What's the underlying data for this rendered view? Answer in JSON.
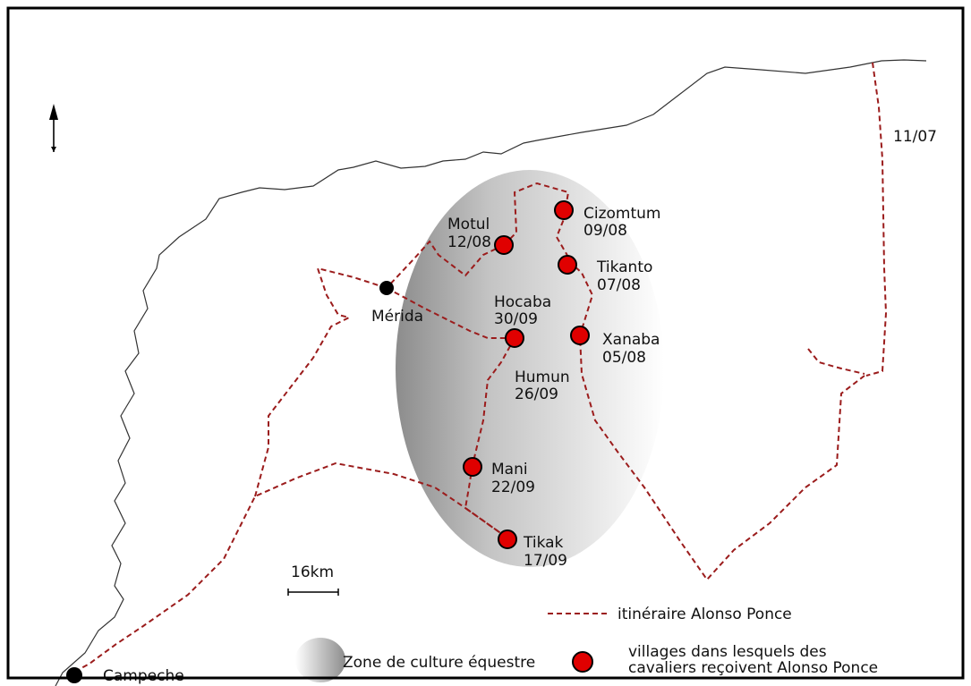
{
  "map": {
    "colors": {
      "route": "#9b1c1c",
      "village_fill": "#e00000",
      "city_fill": "#000000",
      "coast": "#333333",
      "zone_light": "#ffffff",
      "zone_dark": "#8c8c8c"
    },
    "north_arrow_icon": "north-arrow-icon",
    "scale_label": "16km",
    "route_label": "11/07",
    "cities": [
      {
        "id": "merida",
        "name": "Mérida"
      },
      {
        "id": "campeche",
        "name": "Campeche"
      }
    ],
    "villages": [
      {
        "id": "cizomtum",
        "name": "Cizomtum",
        "date": "09/08"
      },
      {
        "id": "motul",
        "name": "Motul",
        "date": "12/08"
      },
      {
        "id": "tikanto",
        "name": "Tikanto",
        "date": "07/08"
      },
      {
        "id": "hocaba",
        "name": "Hocaba",
        "date": "30/09"
      },
      {
        "id": "xanaba",
        "name": "Xanaba",
        "date": "05/08"
      },
      {
        "id": "humun",
        "name": "Humun",
        "date": "26/09"
      },
      {
        "id": "mani",
        "name": "Mani",
        "date": "22/09"
      },
      {
        "id": "tikak",
        "name": "Tikak",
        "date": "17/09"
      }
    ]
  },
  "legend": {
    "route": "itinéraire Alonso Ponce",
    "zone": "Zone de culture équestre",
    "villages_line1": "villages dans lesquels des",
    "villages_line2": "cavaliers reçoivent Alonso Ponce"
  }
}
